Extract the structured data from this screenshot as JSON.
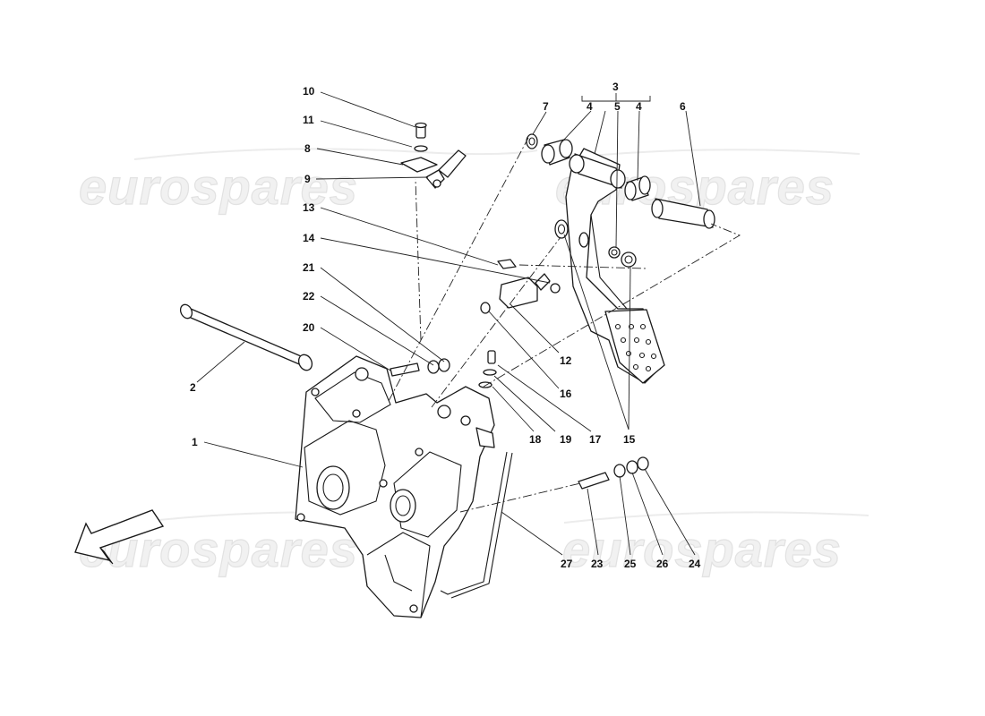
{
  "watermark": {
    "text": "eurospares",
    "color": "#e6e6e6"
  },
  "callouts": [
    "10",
    "11",
    "8",
    "9",
    "13",
    "14",
    "21",
    "22",
    "20",
    "2",
    "1",
    "3",
    "7",
    "4",
    "5",
    "4",
    "6",
    "12",
    "16",
    "18",
    "19",
    "17",
    "15",
    "27",
    "23",
    "25",
    "26",
    "24"
  ],
  "colors": {
    "line": "#1a1a1a",
    "background": "#ffffff"
  }
}
